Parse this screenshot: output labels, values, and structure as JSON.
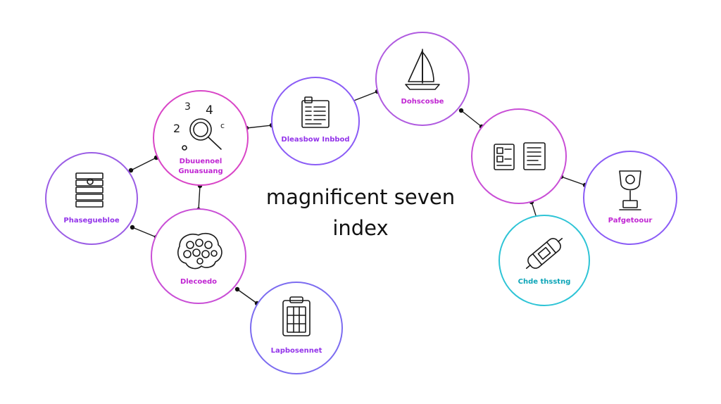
{
  "title": {
    "line1": "magnificent seven",
    "line2": "index"
  },
  "colors": {
    "ring_magenta": "#d946c7",
    "ring_purple": "#8b5cf6",
    "ring_indigo": "#6366f1",
    "ring_cyan": "#22b8cf",
    "label_magenta": "#c026d3",
    "label_purple": "#9333ea",
    "label_cyan": "#0ea5b8"
  },
  "nodes": {
    "stack": {
      "label": "Phaseguebloe",
      "icon": "server-stack-icon"
    },
    "search": {
      "label_line1": "Dbuuenoel",
      "label_line2": "Gnuasuang",
      "icon": "magnifier-numbers-icon"
    },
    "brain": {
      "label": "Dlecoedo",
      "icon": "brain-icon"
    },
    "document": {
      "label": "Dleasbow Inbbod",
      "icon": "document-icon"
    },
    "clipboard": {
      "label": "Lapbosennet",
      "icon": "clipboard-icon"
    },
    "sailboat": {
      "label": "Dohscosbe",
      "icon": "sailboat-icon"
    },
    "pages": {
      "label": "",
      "icon": "pages-icon"
    },
    "chip": {
      "label": "Chde thsstng",
      "icon": "chip-tool-icon"
    },
    "trophy": {
      "label": "Pafgetoour",
      "icon": "trophy-icon"
    }
  }
}
